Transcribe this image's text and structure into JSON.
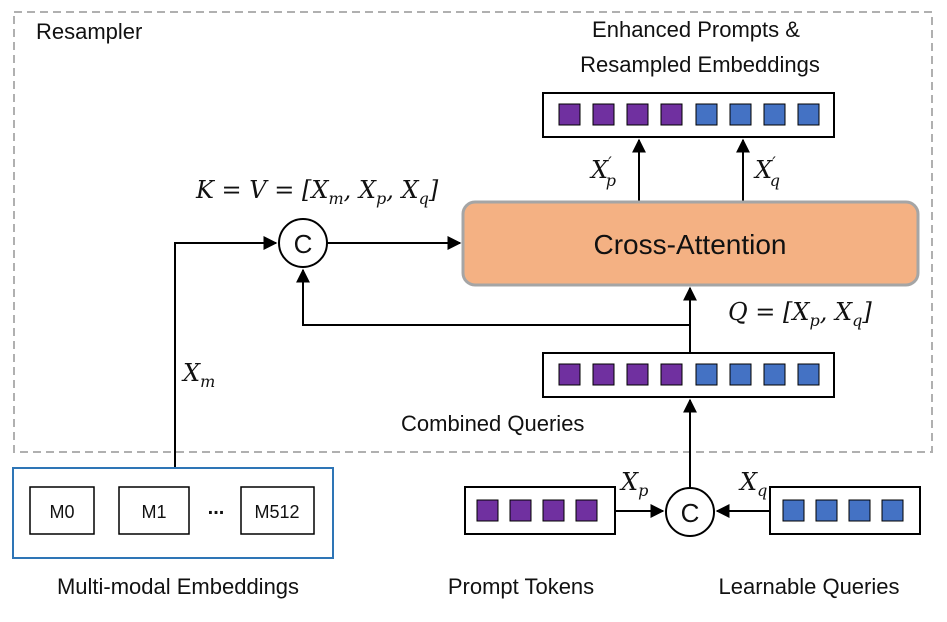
{
  "resampler_label": "Resampler",
  "output": {
    "title_line1": "Enhanced Prompts &",
    "title_line2": "Resampled Embeddings",
    "prompt_slots": 4,
    "query_slots": 4
  },
  "cross_attention_label": "Cross-Attention",
  "concat_symbol": "C",
  "kv_formula": {
    "lhs": "K = V = [",
    "a": "X",
    "a_sub": "m",
    "b": "X",
    "b_sub": "p",
    "c": "X",
    "c_sub": "q",
    "close": "]"
  },
  "q_formula": {
    "lhs": "Q = [",
    "a": "X",
    "a_sub": "p",
    "b": "X",
    "b_sub": "q",
    "close": "]"
  },
  "xp_prime": {
    "base": "X",
    "sup": "′",
    "sub": "p"
  },
  "xq_prime": {
    "base": "X",
    "sup": "′",
    "sub": "q"
  },
  "xm_label": {
    "base": "X",
    "sub": "m"
  },
  "xp_label": {
    "base": "X",
    "sub": "p"
  },
  "xq_label": {
    "base": "X",
    "sub": "q"
  },
  "combined_queries_label": "Combined Queries",
  "multimodal": {
    "items": [
      "M0",
      "M1",
      "M512"
    ],
    "ellipsis": "...",
    "label": "Multi-modal Embeddings"
  },
  "prompt_tokens_label": "Prompt Tokens",
  "learnable_queries_label": "Learnable Queries",
  "colors": {
    "prompt": "#7030a0",
    "query": "#4472c4",
    "cross_attention_fill": "#f4b183",
    "cross_attention_border": "#a5a5a5",
    "multimodal_border": "#2e75b6",
    "dashed": "#b0b0b0"
  }
}
